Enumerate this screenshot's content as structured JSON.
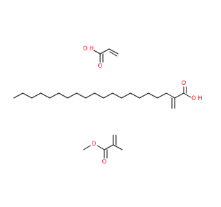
{
  "molecules": {
    "acrylic_acid": {
      "atoms": {
        "oh": "O H",
        "o": "O"
      }
    },
    "octadecyl_acrylic_acid": {
      "atoms": {
        "o_top": "O",
        "oh": "O H"
      }
    },
    "methyl_methacrylate": {
      "atoms": {
        "o_ester": "O",
        "o_carbonyl": "O"
      }
    }
  },
  "colors": {
    "bond": "#3a3a3a",
    "heteroatom": "#e8142a",
    "background": "#ffffff"
  }
}
